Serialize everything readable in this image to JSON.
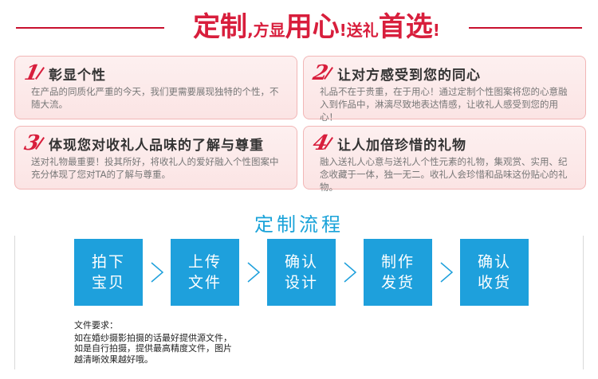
{
  "banner": {
    "part1": "定制",
    "part2": ",",
    "part3": "方显",
    "part4": "用心",
    "part5": "!",
    "part6": "送礼",
    "part7": "首选",
    "part8": "!"
  },
  "reasons": [
    {
      "number": "1",
      "heading": "彰显个性",
      "description": "在产品的同质化严重的今天，我们更需要展现独特的个性，不随大流。"
    },
    {
      "number": "2",
      "heading": "让对方感受到您的同心",
      "description": "礼品不在于贵重，在于用心！通过定制个性图案将您的心意融入到作品中，淋漓尽致地表达情感，让收礼人感受到您的用心！"
    },
    {
      "number": "3",
      "heading": "体现您对收礼人品味的了解与尊重",
      "description": "送对礼物最重要！投其所好，将收礼人的爱好融入个性图案中充分体现了您对TA的了解与尊重。"
    },
    {
      "number": "4",
      "heading": "让人加倍珍惜的礼物",
      "description": "融入送礼人心意与送礼人个性元素的礼物，集观赏、实用、纪念收藏于一体，独一无二。收礼人会珍惜和品味这份贴心的礼物。"
    }
  ],
  "process": {
    "title": "定制流程",
    "steps": [
      {
        "line1": "拍下",
        "line2": "宝贝"
      },
      {
        "line1": "上传",
        "line2": "文件"
      },
      {
        "line1": "确认",
        "line2": "设计"
      },
      {
        "line1": "制作",
        "line2": "发货"
      },
      {
        "line1": "确认",
        "line2": "收货"
      }
    ]
  },
  "note": {
    "title": "文件要求：",
    "line1": "如在婚纱摄影拍摄的话最好提供源文件，",
    "line2": "如是自行拍摄，提供最高精度文件，图片",
    "line3": "越清晰效果越好哦。"
  },
  "colors": {
    "accent_red": "#d81e3c",
    "step_blue": "#1ea0dc",
    "title_blue": "#1aa3d9"
  }
}
